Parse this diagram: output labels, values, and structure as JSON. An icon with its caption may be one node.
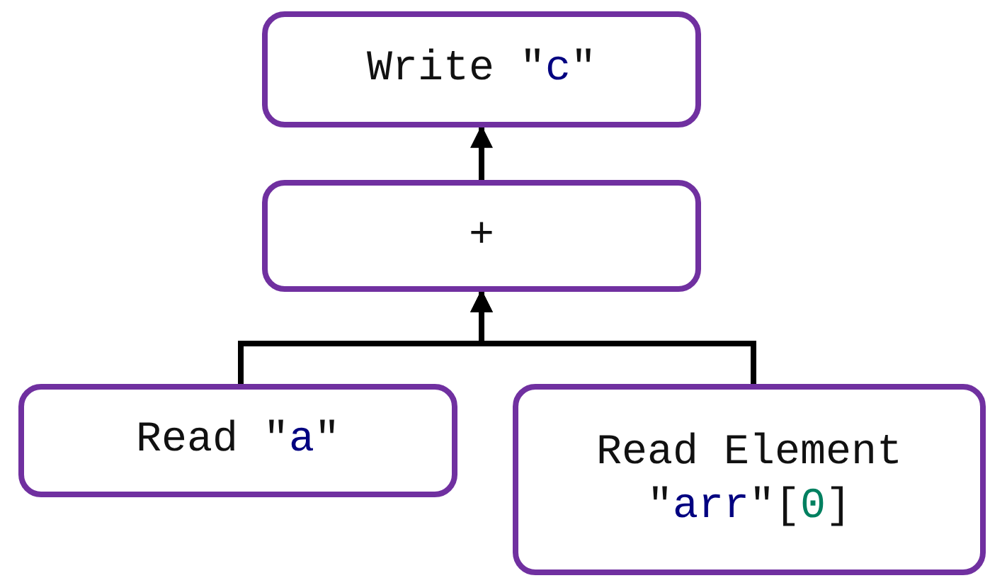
{
  "diagram": {
    "nodes": [
      {
        "text": [
          "Write \"c\""
        ]
      },
      {
        "text": [
          "+"
        ]
      },
      {
        "text": [
          "Read \"a\""
        ]
      },
      {
        "text": [
          "Read Element \"arr\"[0]"
        ]
      }
    ],
    "edges": [
      {
        "from": 1,
        "to": 0,
        "arrow": "to"
      },
      {
        "from": 2,
        "to": 1,
        "arrow": "to"
      },
      {
        "from": 3,
        "to": 1,
        "arrow": "to"
      }
    ]
  }
}
